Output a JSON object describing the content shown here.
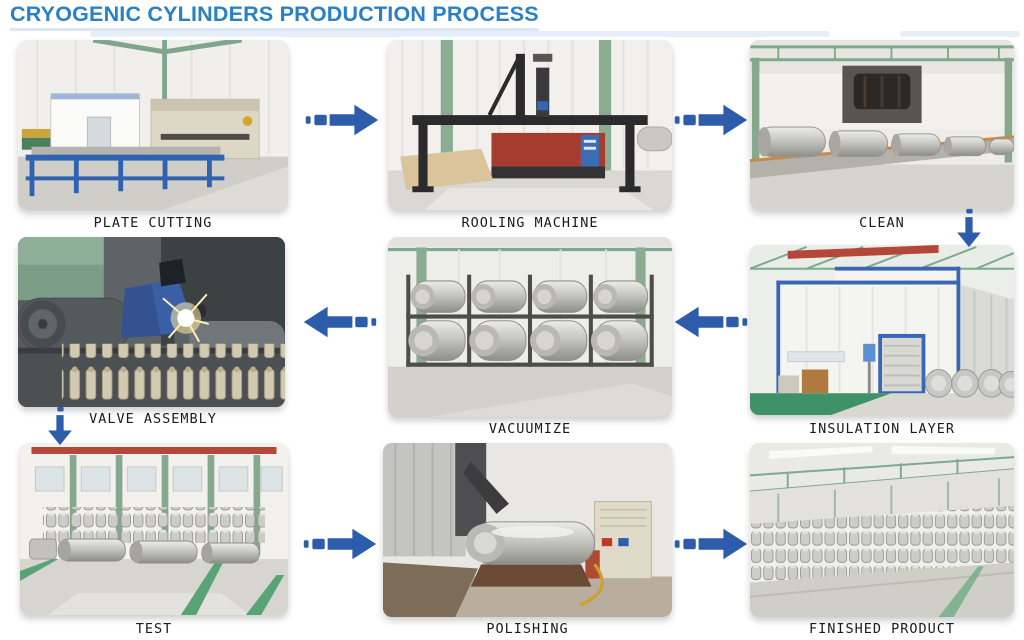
{
  "title": "CRYOGENIC CYLINDERS PRODUCTION PROCESS",
  "colors": {
    "title": "#2a80c4",
    "title_underline": "#dbe7f3",
    "arrow": "#2d5cab",
    "label": "#1b1b1b",
    "background": "#ffffff"
  },
  "steps": [
    {
      "id": "plate-cutting",
      "label": "PLATE CUTTING"
    },
    {
      "id": "rooling-machine",
      "label": "ROOLING MACHINE"
    },
    {
      "id": "clean",
      "label": "CLEAN"
    },
    {
      "id": "valve-assembly",
      "label": "VALVE ASSEMBLY"
    },
    {
      "id": "vacuumize",
      "label": "VACUUMIZE"
    },
    {
      "id": "insulation-layer",
      "label": "INSULATION LAYER"
    },
    {
      "id": "test",
      "label": "TEST"
    },
    {
      "id": "polishing",
      "label": "POLISHING"
    },
    {
      "id": "finished-product",
      "label": "FINISHED PRODUCT"
    }
  ],
  "arrows": [
    {
      "id": "arrow-1",
      "from": "PLATE CUTTING",
      "to": "ROOLING MACHINE",
      "direction": "right"
    },
    {
      "id": "arrow-2",
      "from": "ROOLING MACHINE",
      "to": "CLEAN",
      "direction": "right"
    },
    {
      "id": "arrow-3",
      "from": "CLEAN",
      "to": "INSULATION LAYER",
      "direction": "down"
    },
    {
      "id": "arrow-4",
      "from": "INSULATION LAYER",
      "to": "VACUUMIZE",
      "direction": "left"
    },
    {
      "id": "arrow-5",
      "from": "VACUUMIZE",
      "to": "VALVE ASSEMBLY",
      "direction": "left"
    },
    {
      "id": "arrow-6",
      "from": "VALVE ASSEMBLY",
      "to": "TEST",
      "direction": "down"
    },
    {
      "id": "arrow-7",
      "from": "TEST",
      "to": "POLISHING",
      "direction": "right"
    },
    {
      "id": "arrow-8",
      "from": "POLISHING",
      "to": "FINISHED PRODUCT",
      "direction": "right"
    }
  ]
}
